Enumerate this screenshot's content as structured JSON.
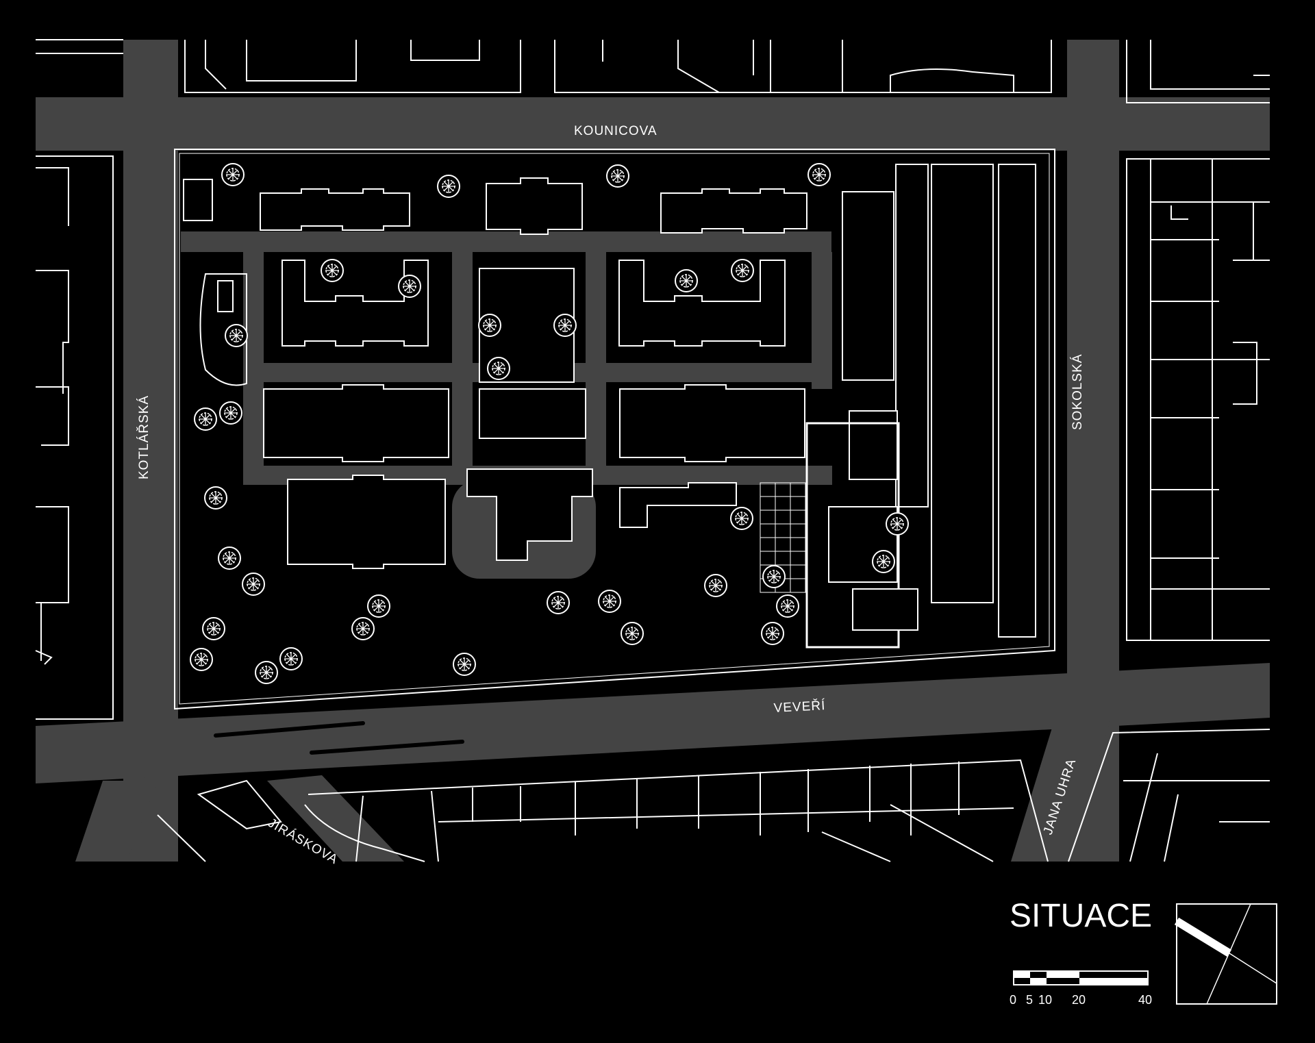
{
  "title": "SITUACE",
  "streets": {
    "kounicova": "KOUNICOVA",
    "kotlarska": "KOTLÁŘSKÁ",
    "sokolska": "SOKOLSKÁ",
    "veveri": "VEVEŘÍ",
    "jiraskova": "JIRÁSKOVA",
    "jana_uhra": "JANA UHRA"
  },
  "scale_bar": {
    "ticks": [
      "0",
      "5",
      "10",
      "20",
      "40"
    ]
  },
  "colors": {
    "background": "#000000",
    "road": "#444444",
    "outline": "#ffffff"
  },
  "icons": [
    "north-arrow-icon",
    "tree-icon"
  ]
}
